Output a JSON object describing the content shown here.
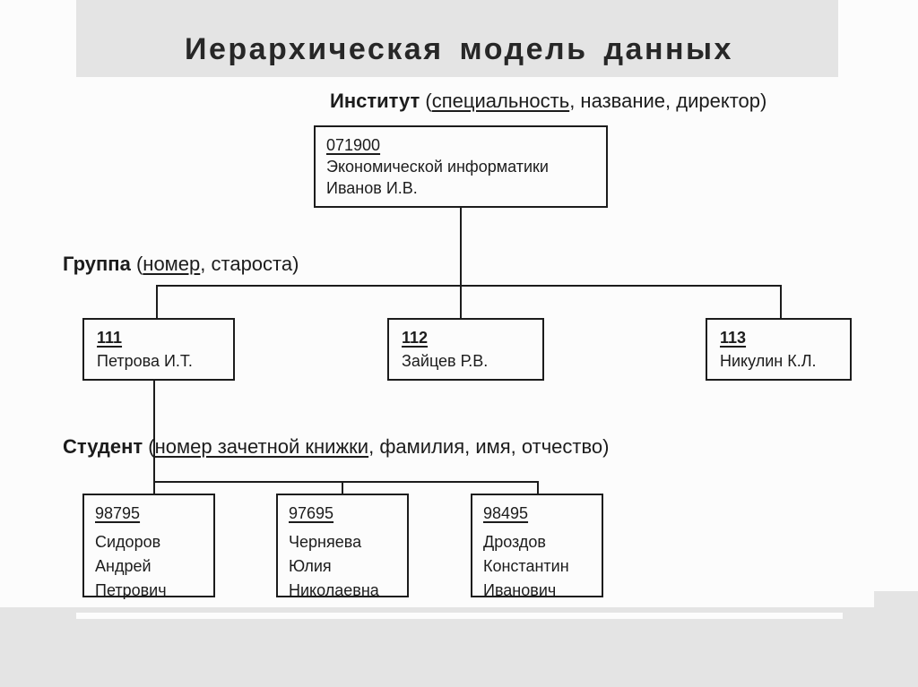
{
  "title": "Иерархическая модель данных",
  "colors": {
    "background_gray": "#e4e4e4",
    "sheet_white": "#fcfcfc",
    "diagram_black": "#1c1c1c",
    "title_color": "#272727"
  },
  "institute": {
    "label": {
      "keyword": "Институт",
      "open": " (",
      "underlined": "специальность",
      "rest": ", название, директор)"
    },
    "box": {
      "number": "071900",
      "line1": "Экономической информатики",
      "line2": "Иванов И.В."
    }
  },
  "group": {
    "label": {
      "keyword": "Группа",
      "open": " (",
      "underlined": "номер",
      "rest": ", староста)"
    },
    "boxes": [
      {
        "number": "111",
        "name": "Петрова И.Т."
      },
      {
        "number": "112",
        "name": "Зайцев Р.В."
      },
      {
        "number": "113",
        "name": "Никулин К.Л."
      }
    ]
  },
  "student": {
    "label": {
      "keyword": "Студент",
      "open": " (",
      "underlined": "номер зачетной книжки",
      "rest": ", фамилия, имя, отчество)"
    },
    "boxes": [
      {
        "number": "98795",
        "lines": [
          "Сидоров",
          "Андрей",
          "Петрович"
        ]
      },
      {
        "number": "97695",
        "lines": [
          "Черняева",
          "Юлия",
          "Николаевна"
        ]
      },
      {
        "number": "98495",
        "lines": [
          "Дроздов",
          "Константин",
          "Иванович"
        ]
      }
    ]
  }
}
